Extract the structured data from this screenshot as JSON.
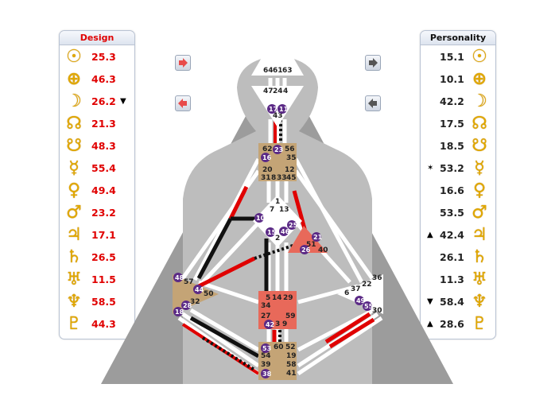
{
  "design": {
    "title": "Design",
    "rows": [
      {
        "icon": "sun-icon",
        "glyph": "☉",
        "value": "25.3",
        "mark": ""
      },
      {
        "icon": "earth-icon",
        "glyph": "⊕",
        "value": "46.3",
        "mark": ""
      },
      {
        "icon": "moon-icon",
        "glyph": "☽",
        "value": "26.2",
        "mark": "▼"
      },
      {
        "icon": "north-node-icon",
        "glyph": "☊",
        "value": "21.3",
        "mark": ""
      },
      {
        "icon": "south-node-icon",
        "glyph": "☋",
        "value": "48.3",
        "mark": ""
      },
      {
        "icon": "mercury-icon",
        "glyph": "☿",
        "value": "55.4",
        "mark": ""
      },
      {
        "icon": "venus-icon",
        "glyph": "♀",
        "value": "49.4",
        "mark": ""
      },
      {
        "icon": "mars-icon",
        "glyph": "♂",
        "value": "23.2",
        "mark": ""
      },
      {
        "icon": "jupiter-icon",
        "glyph": "♃",
        "value": "17.1",
        "mark": ""
      },
      {
        "icon": "saturn-icon",
        "glyph": "♄",
        "value": "26.5",
        "mark": ""
      },
      {
        "icon": "uranus-icon",
        "glyph": "♅",
        "value": "11.5",
        "mark": ""
      },
      {
        "icon": "neptune-icon",
        "glyph": "♆",
        "value": "58.5",
        "mark": ""
      },
      {
        "icon": "pluto-icon",
        "glyph": "♇",
        "value": "44.3",
        "mark": ""
      }
    ]
  },
  "personality": {
    "title": "Personality",
    "rows": [
      {
        "icon": "sun-icon",
        "glyph": "☉",
        "value": "15.1",
        "mark": ""
      },
      {
        "icon": "earth-icon",
        "glyph": "⊕",
        "value": "10.1",
        "mark": ""
      },
      {
        "icon": "moon-icon",
        "glyph": "☽",
        "value": "42.2",
        "mark": ""
      },
      {
        "icon": "north-node-icon",
        "glyph": "☊",
        "value": "17.5",
        "mark": ""
      },
      {
        "icon": "south-node-icon",
        "glyph": "☋",
        "value": "18.5",
        "mark": ""
      },
      {
        "icon": "mercury-icon",
        "glyph": "☿",
        "value": "53.2",
        "mark": "✶"
      },
      {
        "icon": "venus-icon",
        "glyph": "♀",
        "value": "16.6",
        "mark": ""
      },
      {
        "icon": "mars-icon",
        "glyph": "♂",
        "value": "53.5",
        "mark": ""
      },
      {
        "icon": "jupiter-icon",
        "glyph": "♃",
        "value": "42.4",
        "mark": "▲"
      },
      {
        "icon": "saturn-icon",
        "glyph": "♄",
        "value": "26.1",
        "mark": ""
      },
      {
        "icon": "uranus-icon",
        "glyph": "♅",
        "value": "11.3",
        "mark": ""
      },
      {
        "icon": "neptune-icon",
        "glyph": "♆",
        "value": "58.4",
        "mark": "▼"
      },
      {
        "icon": "pluto-icon",
        "glyph": "♇",
        "value": "28.6",
        "mark": "▲"
      }
    ]
  },
  "nav": {
    "prev_design": "arrow-right-icon",
    "back_design": "arrow-left-icon",
    "next_personality": "arrow-right-icon",
    "back_personality": "arrow-left-icon"
  },
  "colors": {
    "design_red": "#e00000",
    "personality_black": "#111111",
    "planet_gold": "#e0a800",
    "center_tan": "#c4a476",
    "center_red": "#e8695a",
    "gate_purple": "#5b2a86",
    "body_gray": "#9e9e9e"
  },
  "centers": {
    "head": [
      "64",
      "61",
      "63"
    ],
    "ajna": [
      "47",
      "24",
      "4",
      "17",
      "11",
      "43"
    ],
    "throat": [
      "62",
      "23",
      "56",
      "16",
      "35",
      "20",
      "12",
      "31",
      "8",
      "33",
      "45"
    ],
    "g": [
      "1",
      "7",
      "13",
      "10",
      "15",
      "2",
      "46",
      "25"
    ],
    "heart": [
      "21",
      "51",
      "26",
      "40"
    ],
    "spleen": [
      "48",
      "57",
      "44",
      "50",
      "32",
      "28",
      "18"
    ],
    "sacral": [
      "5",
      "14",
      "29",
      "34",
      "27",
      "59",
      "42",
      "3",
      "9"
    ],
    "solar_plexus": [
      "36",
      "22",
      "6",
      "37",
      "49",
      "55",
      "30"
    ],
    "root": [
      "53",
      "60",
      "52",
      "54",
      "19",
      "38",
      "39",
      "58",
      "41"
    ]
  }
}
